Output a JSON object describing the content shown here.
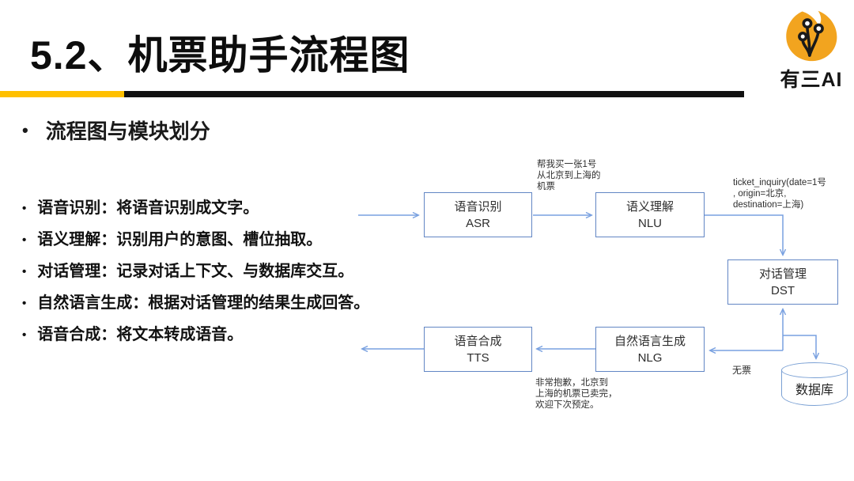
{
  "slide": {
    "title": "5.2、机票助手流程图",
    "section_heading": "流程图与模块划分"
  },
  "logo": {
    "text": "有三AI",
    "icon": "flame-circuit-tree-icon"
  },
  "bullets": [
    "语音识别：将语音识别成文字。",
    "语义理解：识别用户的意图、槽位抽取。",
    "对话管理：记录对话上下文、与数据库交互。",
    "自然语言生成：根据对话管理的结果生成回答。",
    "语音合成：将文本转成语音。"
  ],
  "flowchart": {
    "nodes": [
      {
        "name": "语音识别",
        "abbr": "ASR"
      },
      {
        "name": "语义理解",
        "abbr": "NLU"
      },
      {
        "name": "对话管理",
        "abbr": "DST"
      },
      {
        "name": "自然语言生成",
        "abbr": "NLG"
      },
      {
        "name": "语音合成",
        "abbr": "TTS"
      }
    ],
    "database_label": "数据库",
    "annotations": {
      "user_query": "帮我买一张1号\n从北京到上海的\n机票",
      "nlu_output": "ticket_inquiry(date=1号\n, origin=北京,\ndestination=上海)",
      "db_result": "无票",
      "system_reply": "非常抱歉，北京到\n上海的机票已卖完，\n欢迎下次预定。"
    }
  },
  "colors": {
    "accent_yellow": "#FFC000",
    "divider_black": "#111111",
    "box_border": "#6286C4",
    "arrow_blue": "#78A0E0",
    "logo_orange": "#F2A41F"
  }
}
